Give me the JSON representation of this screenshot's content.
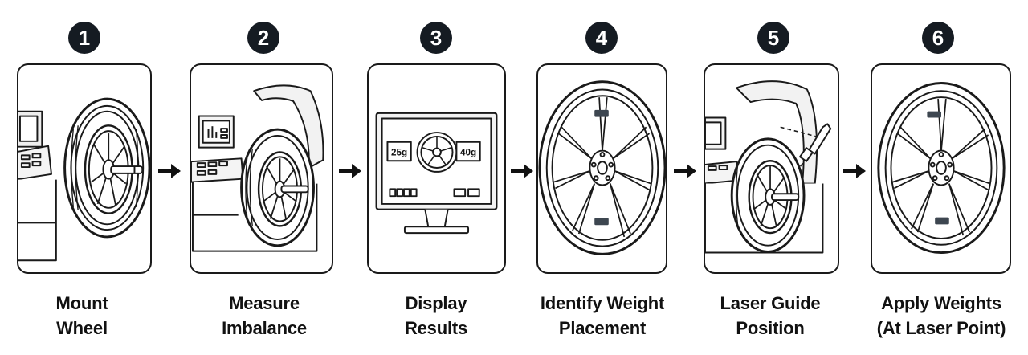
{
  "steps": [
    {
      "number": "1",
      "line1": "Mount",
      "line2": "Wheel"
    },
    {
      "number": "2",
      "line1": "Measure",
      "line2": "Imbalance"
    },
    {
      "number": "3",
      "line1": "Display",
      "line2": "Results"
    },
    {
      "number": "4",
      "line1": "Identify Weight",
      "line2": "Placement"
    },
    {
      "number": "5",
      "line1": "Laser Guide",
      "line2": "Position"
    },
    {
      "number": "6",
      "line1": "Apply Weights",
      "line2": "(At Laser Point)"
    }
  ],
  "display": {
    "left_weight": "25g",
    "right_weight": "40g"
  },
  "colors": {
    "ink": "#1a1a1a",
    "badge": "#151b22",
    "weight_fill": "#3d4650"
  }
}
